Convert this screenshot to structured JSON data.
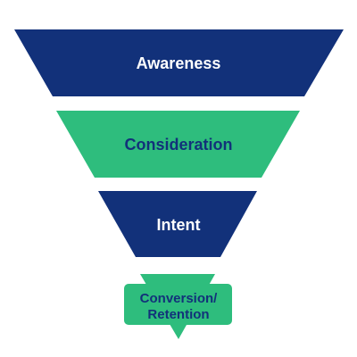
{
  "colors": {
    "navy": "#12317a",
    "green": "#2ebd7d",
    "white": "#ffffff"
  },
  "funnel": {
    "stages": [
      {
        "label": "Awareness",
        "fill": "navy",
        "text_color": "white"
      },
      {
        "label": "Consideration",
        "fill": "green",
        "text_color": "navy"
      },
      {
        "label": "Intent",
        "fill": "navy",
        "text_color": "white"
      },
      {
        "label": "Conversion/\nRetention",
        "fill": "green",
        "text_color": "navy"
      }
    ]
  }
}
